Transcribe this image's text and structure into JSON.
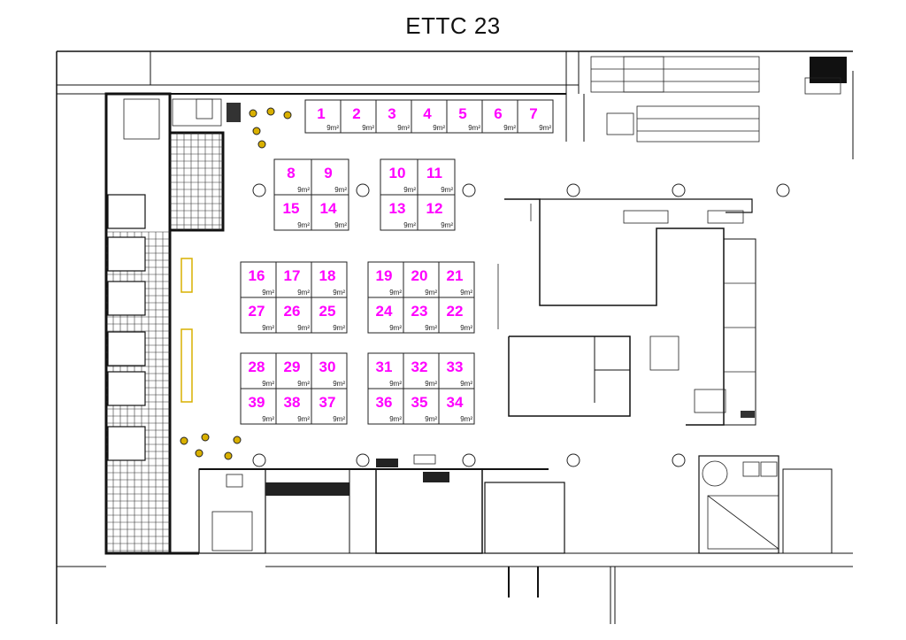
{
  "title": "ETTC 23",
  "colors": {
    "booth_number": "#ff00ff",
    "walls": "#111111",
    "columns_accent": "#d9b000"
  },
  "booths": [
    {
      "id": "1",
      "area": "9m²"
    },
    {
      "id": "2",
      "area": "9m²"
    },
    {
      "id": "3",
      "area": "9m²"
    },
    {
      "id": "4",
      "area": "9m²"
    },
    {
      "id": "5",
      "area": "9m²"
    },
    {
      "id": "6",
      "area": "9m²"
    },
    {
      "id": "7",
      "area": "9m²"
    },
    {
      "id": "8",
      "area": "9m²"
    },
    {
      "id": "9",
      "area": "9m²"
    },
    {
      "id": "15",
      "area": "9m²"
    },
    {
      "id": "14",
      "area": "9m²"
    },
    {
      "id": "10",
      "area": "9m²"
    },
    {
      "id": "11",
      "area": "9m²"
    },
    {
      "id": "13",
      "area": "9m²"
    },
    {
      "id": "12",
      "area": "9m²"
    },
    {
      "id": "16",
      "area": "9m²"
    },
    {
      "id": "17",
      "area": "9m²"
    },
    {
      "id": "18",
      "area": "9m²"
    },
    {
      "id": "27",
      "area": "9m²"
    },
    {
      "id": "26",
      "area": "9m²"
    },
    {
      "id": "25",
      "area": "9m²"
    },
    {
      "id": "19",
      "area": "9m²"
    },
    {
      "id": "20",
      "area": "9m²"
    },
    {
      "id": "21",
      "area": "9m²"
    },
    {
      "id": "24",
      "area": "9m²"
    },
    {
      "id": "23",
      "area": "9m²"
    },
    {
      "id": "22",
      "area": "9m²"
    },
    {
      "id": "28",
      "area": "9m²"
    },
    {
      "id": "29",
      "area": "9m²"
    },
    {
      "id": "30",
      "area": "9m²"
    },
    {
      "id": "39",
      "area": "9m²"
    },
    {
      "id": "38",
      "area": "9m²"
    },
    {
      "id": "37",
      "area": "9m²"
    },
    {
      "id": "31",
      "area": "9m²"
    },
    {
      "id": "32",
      "area": "9m²"
    },
    {
      "id": "33",
      "area": "9m²"
    },
    {
      "id": "36",
      "area": "9m²"
    },
    {
      "id": "35",
      "area": "9m²"
    },
    {
      "id": "34",
      "area": "9m²"
    }
  ]
}
